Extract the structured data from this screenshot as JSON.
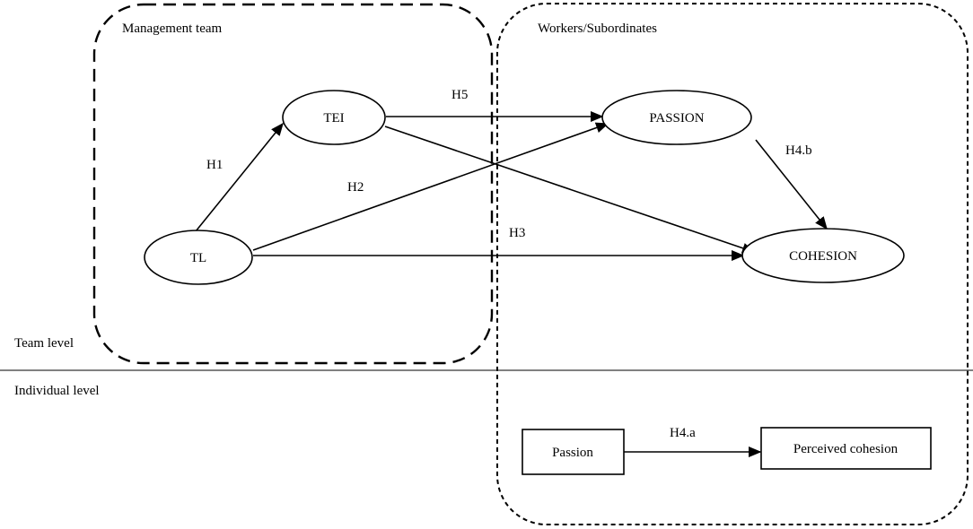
{
  "groups": {
    "management": "Management team",
    "workers": "Workers/Subordinates"
  },
  "levels": {
    "team": "Team level",
    "individual": "Individual level"
  },
  "nodes": {
    "tl": "TL",
    "tei": "TEI",
    "passion_team": "PASSION",
    "cohesion_team": "COHESION",
    "passion_ind": "Passion",
    "cohesion_ind": "Perceived cohesion"
  },
  "hypotheses": {
    "h1": "H1",
    "h2": "H2",
    "h3": "H3",
    "h4a": "H4.a",
    "h4b": "H4.b",
    "h5": "H5"
  },
  "edges": [
    {
      "id": "h1",
      "from": "tl",
      "to": "tei"
    },
    {
      "id": "h2",
      "from": "tl",
      "to": "passion_team"
    },
    {
      "id": "h3",
      "from": "tl",
      "to": "cohesion_team"
    },
    {
      "id": "h4b",
      "from": "passion_team",
      "to": "cohesion_team"
    },
    {
      "id": "h5",
      "from": "tei",
      "to": "passion_team"
    },
    {
      "id": "h5b",
      "from": "tei",
      "to": "cohesion_team"
    },
    {
      "id": "h4a",
      "from": "passion_ind",
      "to": "cohesion_ind"
    }
  ],
  "colors": {
    "stroke": "#000000",
    "background": "#ffffff"
  }
}
